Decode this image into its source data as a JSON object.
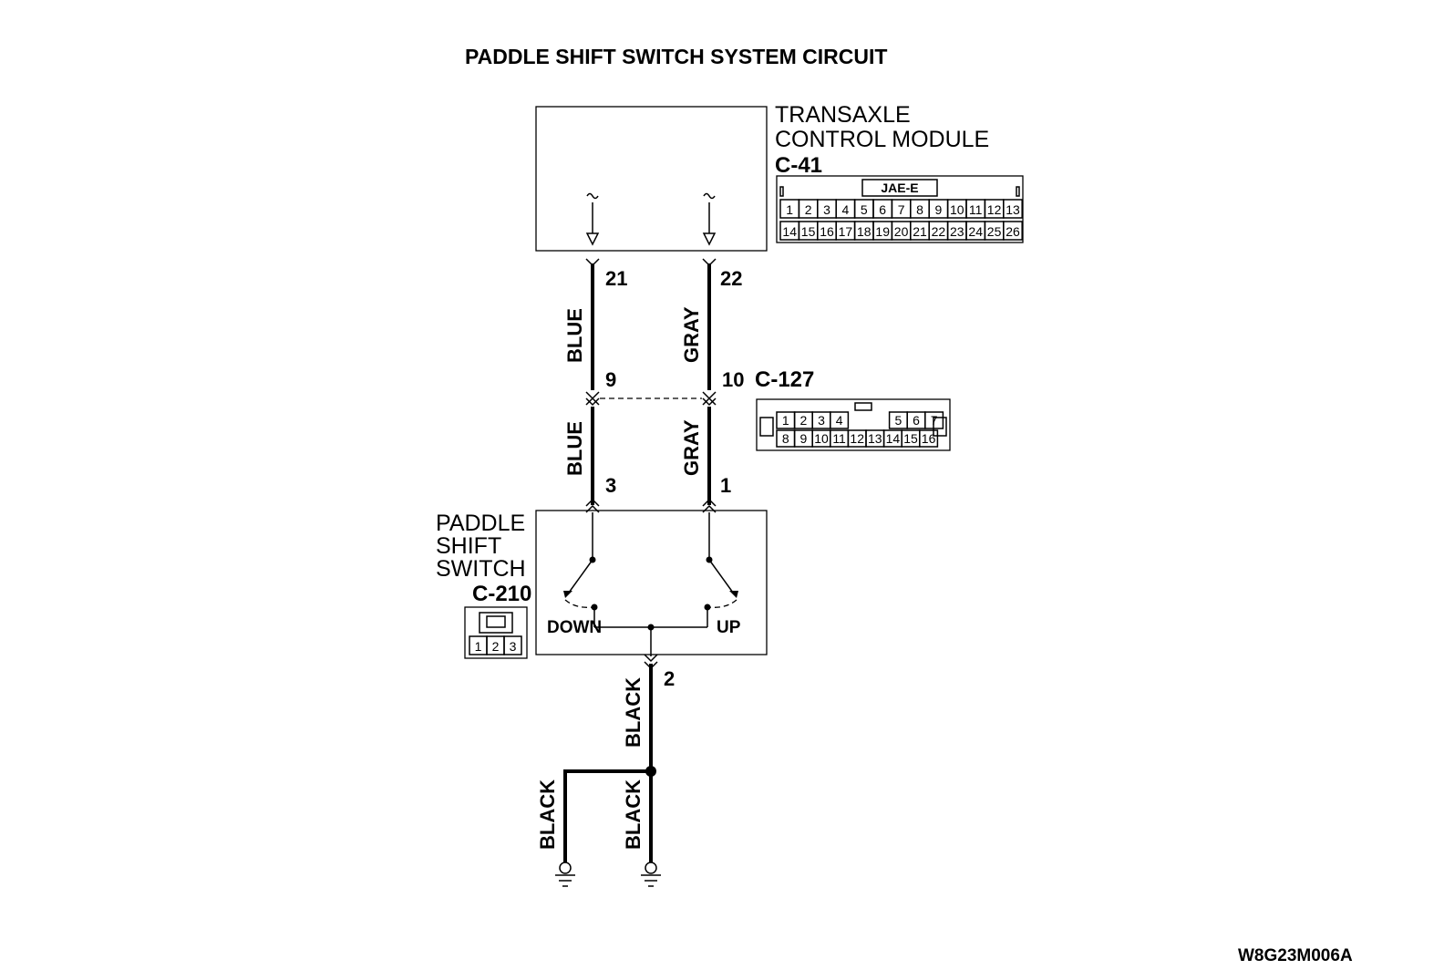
{
  "title": "PADDLE SHIFT SWITCH SYSTEM CIRCUIT",
  "figure_code": "W8G23M006A",
  "tcm": {
    "name_line1": "TRANSAXLE",
    "name_line2": "CONTROL MODULE",
    "connector": "C-41",
    "connector_type": "JAE-E",
    "pins_row1": [
      "1",
      "2",
      "3",
      "4",
      "5",
      "6",
      "7",
      "8",
      "9",
      "10",
      "11",
      "12",
      "13"
    ],
    "pins_row2": [
      "14",
      "15",
      "16",
      "17",
      "18",
      "19",
      "20",
      "21",
      "22",
      "23",
      "24",
      "25",
      "26"
    ],
    "terminal_left": "21",
    "terminal_right": "22"
  },
  "intermediate": {
    "connector": "C-127",
    "terminal_left": "9",
    "terminal_right": "10",
    "pins_row1": [
      "1",
      "2",
      "3",
      "4",
      "5",
      "6",
      "7"
    ],
    "pins_row2": [
      "8",
      "9",
      "10",
      "11",
      "12",
      "13",
      "14",
      "15",
      "16"
    ]
  },
  "switch": {
    "name_line1": "PADDLE",
    "name_line2": "SHIFT",
    "name_line3": "SWITCH",
    "connector": "C-210",
    "pins": [
      "1",
      "2",
      "3"
    ],
    "terminal_left": "3",
    "terminal_right": "1",
    "terminal_ground": "2",
    "label_down": "DOWN",
    "label_up": "UP"
  },
  "wires": {
    "left_upper": "BLUE",
    "left_lower": "BLUE",
    "right_upper": "GRAY",
    "right_lower": "GRAY",
    "ground_main": "BLACK",
    "ground_left": "BLACK",
    "ground_right": "BLACK"
  }
}
